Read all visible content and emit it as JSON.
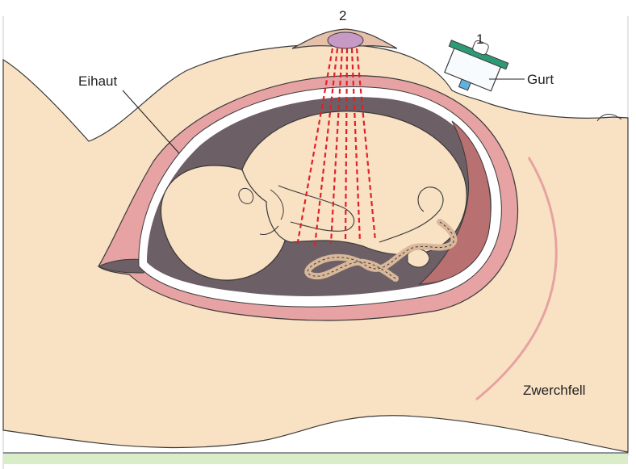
{
  "labels": {
    "eihaut": "Eihaut",
    "probe_number": "1",
    "transducer_number": "2",
    "gurt": "Gurt",
    "zwerchfell": "Zwerchfell"
  },
  "colors": {
    "skin": "#f9e1c3",
    "skin_outline": "#3a3a3a",
    "uterus_wall": "#e7a3a3",
    "uterus_dark": "#a76b6b",
    "amniotic_space": "#6c5f66",
    "membrane": "#ffffff",
    "ultrasound_beam": "#e0202a",
    "transducer_gel": "#c79ac6",
    "probe_green": "#2e9a73",
    "probe_blue": "#5fb2dd",
    "floor_green": "#d8edc8",
    "diaphragm_line": "#e6a2a2"
  }
}
